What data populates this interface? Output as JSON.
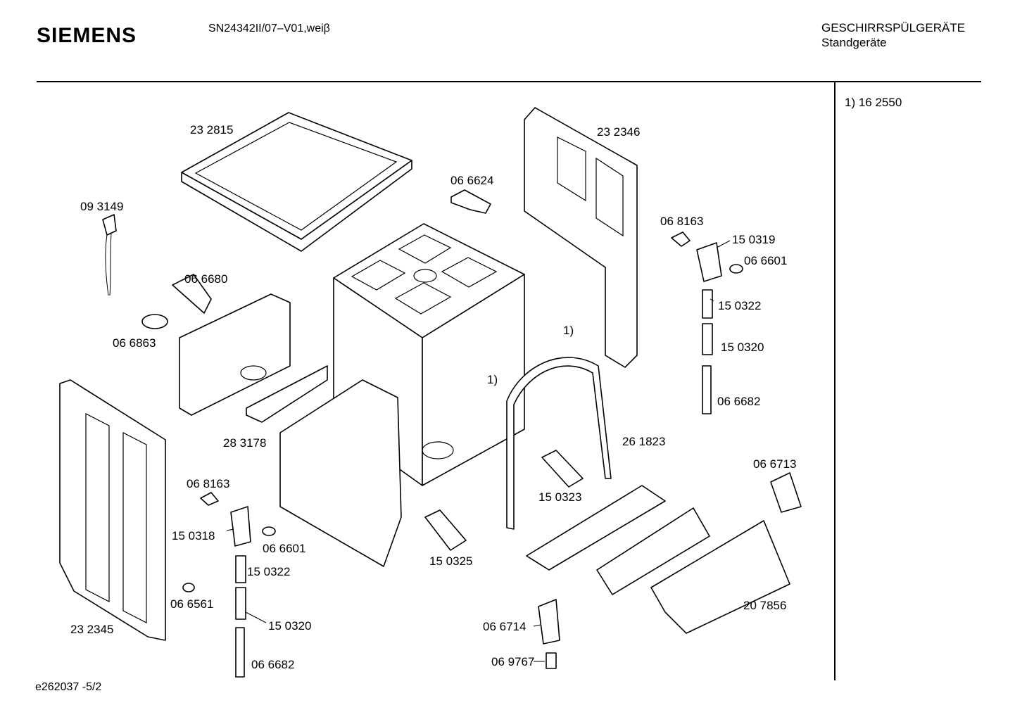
{
  "header": {
    "brand": "SIEMENS",
    "model": "SN24342II/07–V01,weiβ",
    "category_line1": "GESCHIRRSPÜLGERÄTE",
    "category_line2": "Standgeräte"
  },
  "side_note": "1)  16 2550",
  "footer": "e262037   -5/2",
  "labels": [
    {
      "id": "lbl-232815",
      "text": "23 2815"
    },
    {
      "id": "lbl-232346",
      "text": "23 2346"
    },
    {
      "id": "lbl-066624",
      "text": "06 6624"
    },
    {
      "id": "lbl-093149",
      "text": "09 3149"
    },
    {
      "id": "lbl-068163a",
      "text": "06 8163"
    },
    {
      "id": "lbl-150319",
      "text": "15 0319"
    },
    {
      "id": "lbl-066601a",
      "text": "06 6601"
    },
    {
      "id": "lbl-066680",
      "text": "06 6680"
    },
    {
      "id": "lbl-150322a",
      "text": "15 0322"
    },
    {
      "id": "lbl-066863",
      "text": "06 6863"
    },
    {
      "id": "lbl-150320a",
      "text": "15 0320"
    },
    {
      "id": "lbl-note1a",
      "text": "1)"
    },
    {
      "id": "lbl-note1b",
      "text": "1)"
    },
    {
      "id": "lbl-066682a",
      "text": "06 6682"
    },
    {
      "id": "lbl-283178",
      "text": "28 3178"
    },
    {
      "id": "lbl-261823",
      "text": "26 1823"
    },
    {
      "id": "lbl-066713",
      "text": "06 6713"
    },
    {
      "id": "lbl-068163b",
      "text": "06 8163"
    },
    {
      "id": "lbl-150323",
      "text": "15 0323"
    },
    {
      "id": "lbl-150318",
      "text": "15 0318"
    },
    {
      "id": "lbl-066601b",
      "text": "06 6601"
    },
    {
      "id": "lbl-150322b",
      "text": "15 0322"
    },
    {
      "id": "lbl-150325",
      "text": "15 0325"
    },
    {
      "id": "lbl-066561",
      "text": "06 6561"
    },
    {
      "id": "lbl-207856",
      "text": "20 7856"
    },
    {
      "id": "lbl-150320b",
      "text": "15 0320"
    },
    {
      "id": "lbl-066714",
      "text": "06 6714"
    },
    {
      "id": "lbl-232345",
      "text": "23 2345"
    },
    {
      "id": "lbl-066682b",
      "text": "06 6682"
    },
    {
      "id": "lbl-069767",
      "text": "06 9767"
    }
  ]
}
